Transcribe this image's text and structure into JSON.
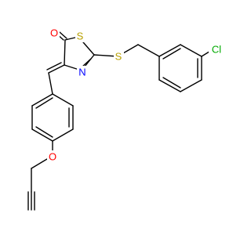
{
  "structure": {
    "colors": {
      "bond": "#000000",
      "O": "#ff0000",
      "S": "#b8a000",
      "N": "#0000ff",
      "Cl": "#00aa00",
      "C": "#000000"
    },
    "atoms": {
      "O1": {
        "element": "O",
        "label": "O"
      },
      "S1": {
        "element": "S",
        "label": "S"
      },
      "N1": {
        "element": "N",
        "label": "N"
      },
      "S2": {
        "element": "S",
        "label": "S"
      },
      "Cl1": {
        "element": "Cl",
        "label": "Cl"
      },
      "O2": {
        "element": "O",
        "label": "O"
      }
    }
  }
}
